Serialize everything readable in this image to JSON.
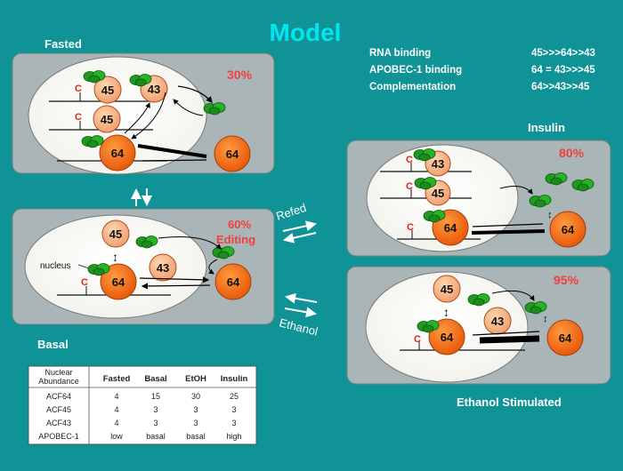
{
  "title": "Model",
  "panels": {
    "fasted": {
      "label": "Fasted",
      "percent": "30%"
    },
    "basal": {
      "label": "Basal",
      "percent": "60%",
      "sub": "Editing",
      "nucleus": "nucleus"
    },
    "insulin": {
      "label": "Insulin",
      "percent": "80%"
    },
    "ethanol": {
      "label": "Ethanol Stimulated",
      "percent": "95%"
    }
  },
  "arrows": {
    "refed": "Refed",
    "ethanol": "Ethanol"
  },
  "proteins": {
    "p45": "45",
    "p43": "43",
    "p64": "64",
    "c": "C"
  },
  "info": [
    {
      "label": "RNA binding",
      "value": "45>>>64>>43"
    },
    {
      "label": "APOBEC-1 binding",
      "value": "64 = 43>>>45"
    },
    {
      "label": "Complementation",
      "value": "64>>43>>45"
    }
  ],
  "table": {
    "header_line1": "Nuclear",
    "header_line2": "Abundance",
    "columns": [
      "Fasted",
      "Basal",
      "EtOH",
      "Insulin"
    ],
    "rows": [
      {
        "name": "ACF64",
        "values": [
          "4",
          "15",
          "30",
          "25"
        ]
      },
      {
        "name": "ACF45",
        "values": [
          "4",
          "3",
          "3",
          "3"
        ]
      },
      {
        "name": "ACF43",
        "values": [
          "4",
          "3",
          "3",
          "3"
        ]
      },
      {
        "name": "APOBEC-1",
        "values": [
          "low",
          "basal",
          "basal",
          "high"
        ]
      }
    ]
  }
}
